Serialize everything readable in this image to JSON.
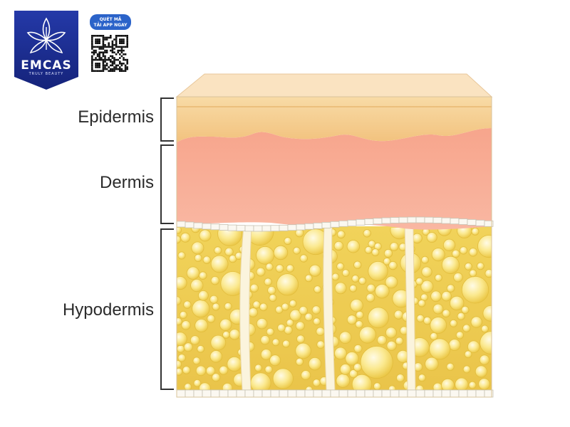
{
  "brand": {
    "name": "EMCAS",
    "tagline": "TRULY BEAUTY",
    "badge_color": "#1d2f98"
  },
  "qr_promo": {
    "line1": "QUÉT MÃ",
    "line2": "TẢI APP NGAY",
    "pill_color": "#2b63c9"
  },
  "layers": [
    {
      "label": "Epidermis",
      "color": "#f3c98a"
    },
    {
      "label": "Dermis",
      "color": "#f6b19a"
    },
    {
      "label": "Hypodermis",
      "color": "#f4d665"
    }
  ]
}
